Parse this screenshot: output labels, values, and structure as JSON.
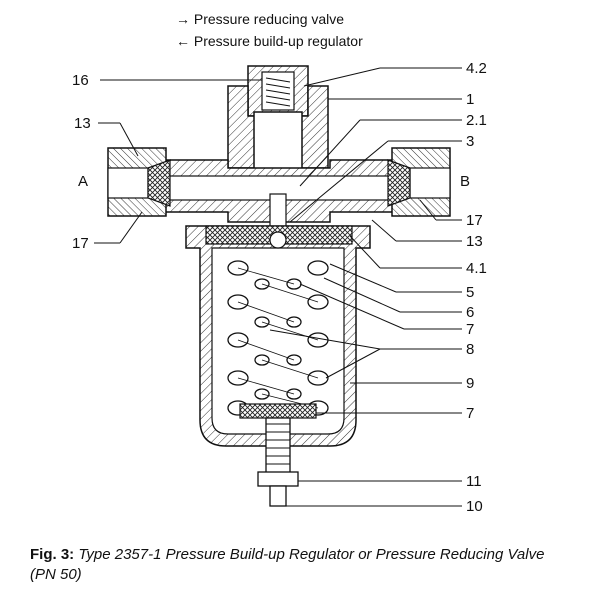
{
  "legend": {
    "reducing": "→ Pressure reducing valve",
    "buildup": "← Pressure build-up regulator"
  },
  "labels": {
    "l16": "16",
    "l13a": "13",
    "l17a": "17",
    "lA": "A",
    "lB": "B",
    "l42": "4.2",
    "l1": "1",
    "l21": "2.1",
    "l3": "3",
    "l17b": "17",
    "l13b": "13",
    "l41": "4.1",
    "l5": "5",
    "l6": "6",
    "l7a": "7",
    "l8": "8",
    "l9": "9",
    "l7b": "7",
    "l11": "11",
    "l10": "10"
  },
  "caption": {
    "fig": "Fig. 3:",
    "text": "Type 2357-1 Pressure Build-up Regulator or Pressure Reducing Valve (PN 50)"
  }
}
